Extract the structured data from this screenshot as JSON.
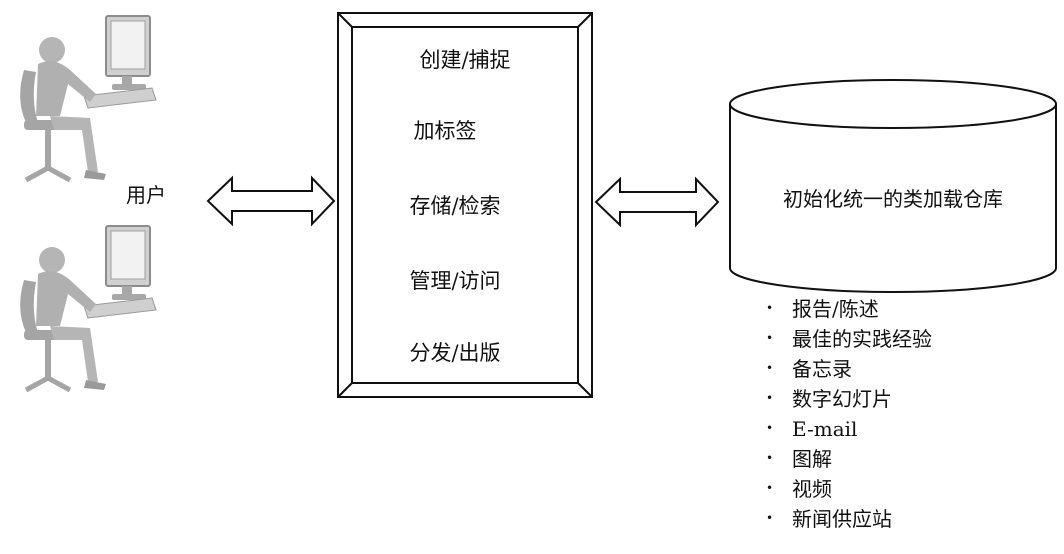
{
  "users": {
    "label": "用户"
  },
  "process": {
    "steps": [
      "创建/捕捉",
      "加标签",
      "存储/检索",
      "管理/访问",
      "分发/出版"
    ]
  },
  "repository": {
    "label": "初始化统一的类加载仓库"
  },
  "content_types": {
    "bullet": "•",
    "items": [
      "报告/陈述",
      "最佳的实践经验",
      "备忘录",
      "数字幻灯片",
      "E-mail",
      "图解",
      "视频",
      "新闻供应站"
    ]
  },
  "colors": {
    "line": "#111111",
    "figure": "#b5b5b5",
    "background": "#ffffff"
  }
}
